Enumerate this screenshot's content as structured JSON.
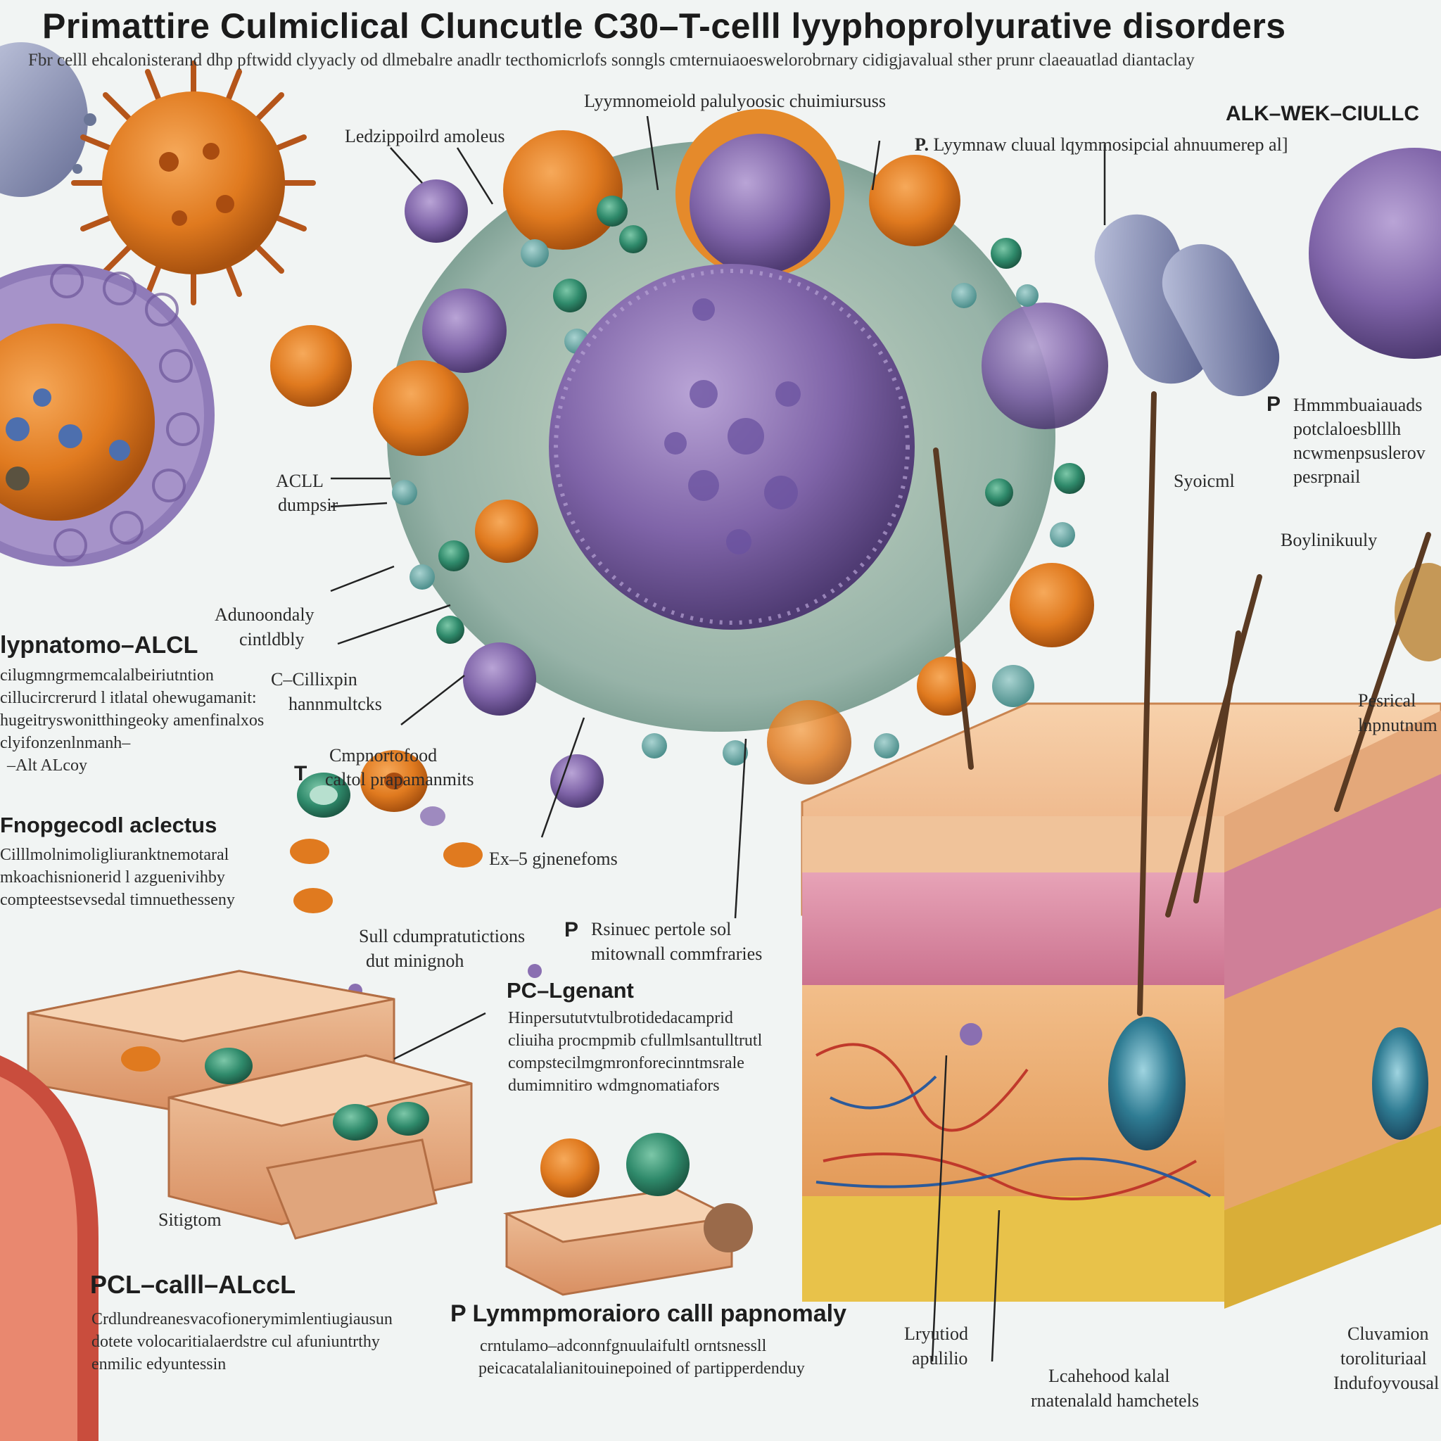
{
  "title": "Primattire Culmiclical Cluncutle C30–T-celll lyyphoprolyurative disorders",
  "subtitle": "Fbr celll ehcalonisterand dhp pftwidd clyyacly od dlmebalre anadlr tecthomicrlofs sonngls cmternuiaoeswelorobrnary cidigjavalual sther prunr claeauatlad diantaclay",
  "labels": {
    "top_center": "Lyymnomeiold palulyoosic chuimiursuss",
    "upper_left_nucleus": "Ledzippoilrd amoleus",
    "alk_corner": "ALK–WEK–CIULLC",
    "p_lymphocyte_1": "Lyymnaw cluual lqymmosipcial ahnuumerep al]",
    "p_lymphocyte_1_letter": "P.",
    "acll_line1": "ACLL",
    "acll_line2": "dumpsir",
    "adundance_line1": "Adunoondaly",
    "adundance_line2": "cintldbly",
    "c_cell_line1": "C–Cillixpin",
    "c_cell_line2": "hannmultcks",
    "t_letter": "T",
    "compartment_line1": "Cmpnortofood",
    "compartment_line2": "caltol prapamanmits",
    "ex5": "Ex–5 gjnenefoms",
    "sull_line1": "Sull cdumpratutictions",
    "sull_line2": "dut minignoh",
    "p_resin_letter": "P",
    "p_resin_line1": "Rsinuec pertole sol",
    "p_resin_line2": "mitownall commfraries",
    "right_p_letter": "P",
    "right_p_line1": "Hmmmbuaiauads",
    "right_p_line2": "potclaloesblllh",
    "right_p_line3": "ncwmenpsuslerov",
    "right_p_line4": "pesrpnail",
    "syoicml": "Syoicml",
    "boylinikuuly": "Boylinikuuly",
    "pesrical_line1": "Pesrical",
    "pesrical_line2": "lnpnutnum",
    "sitigtom": "Sitigtom",
    "lryutiod_line1": "Lryutiod",
    "lryutiod_line2": "apulilio",
    "lcahehood_line1": "Lcahehood kalal",
    "lcahehood_line2": "rnatenalald hamchetels",
    "cluvamion_line1": "Cluvamion",
    "cluvamion_line2": "torolituriaal",
    "cluvamion_line3": "Indufoyvousal"
  },
  "sections": {
    "left1": {
      "heading": "lypnatomo–ALCL",
      "lines": [
        "cilugmngrmemcalalbeiriutntion",
        "cillucircrerurd l itlatal ohewugamanit:",
        "hugeitryswonitthingeoky amenfinalxos",
        "clyifonzenlnmanh–",
        "–Alt ALcoy"
      ]
    },
    "left2": {
      "heading": "Fnopgecodl aclectus",
      "lines": [
        "Cilllmolnimoligliuranktnemotaral",
        "mkoachisnionerid l azguenivihby",
        "compteestsevsedal timnuethesseny"
      ]
    },
    "pcl_legenant": {
      "heading": "PC–Lgenant",
      "lines": [
        "Hinpersututvtulbrotidedacamprid",
        "cliuiha procmpmib cfullmlsantulltrutl",
        "compstecilmgmronforecinntmsrale",
        "dumimnitiro wdmgnomatiafors"
      ]
    },
    "pcl_alccl": {
      "heading": "PCL–calll–ALccL",
      "lines": [
        "Crdlundreanesvacofionerymimlentiugiausun",
        "dotete volocaritialaerdstre cul afuniuntrthy",
        "enmilic edyuntessin"
      ]
    },
    "p_lymphomaioro": {
      "heading": "P Lymmpmoraioro calll papnomaly",
      "lines": [
        "crntulamo–adconnfgnuulaifultl orntsnessll",
        "peicacatalalianitouinepoined of partipperdenduy"
      ]
    }
  },
  "colors": {
    "background": "#f1f4f3",
    "orange_cell": "#e07a1f",
    "purple_cell": "#8a6fb1",
    "green_cell": "#2f8a6b",
    "skin_top": "#f2b98a",
    "dermis_pink": "#d8849f",
    "fat_yellow": "#e8c24a"
  }
}
